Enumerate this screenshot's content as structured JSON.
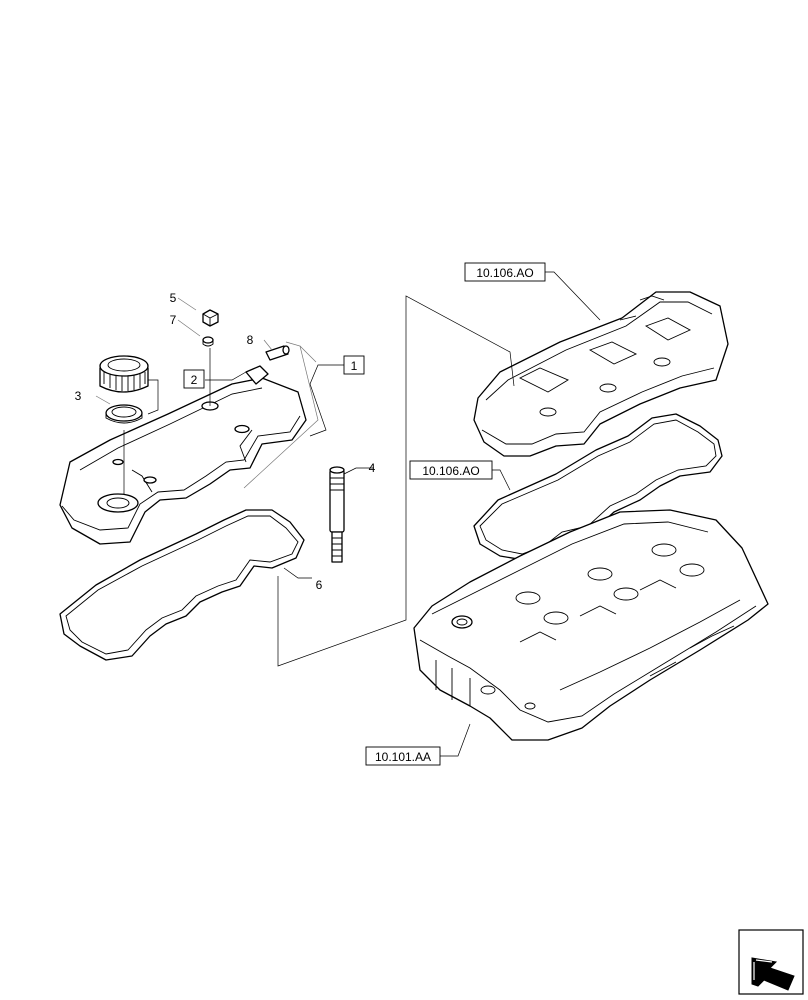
{
  "callouts": {
    "c1": "1",
    "c2": "2",
    "c3": "3",
    "c4": "4",
    "c5": "5",
    "c6": "6",
    "c7": "7",
    "c8": "8"
  },
  "references": {
    "upper_cover_ref": "10.106.AO",
    "gasket_ref": "10.106.AO",
    "cylinder_head_ref": "10.101.AA"
  },
  "icons": {
    "nav": "previous-page-arrow-icon"
  }
}
